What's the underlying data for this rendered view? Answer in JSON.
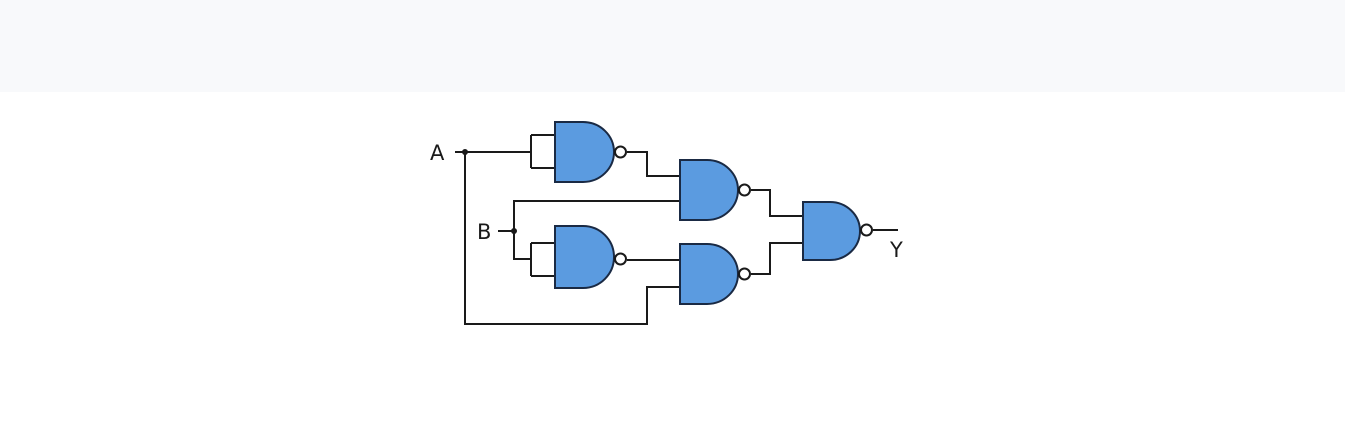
{
  "diagram": {
    "type": "logic-circuit",
    "gate_type": "NAND",
    "gate_color": "#5b9be0",
    "inputs": [
      {
        "id": "A",
        "label": "A"
      },
      {
        "id": "B",
        "label": "B"
      }
    ],
    "output": {
      "id": "Y",
      "label": "Y"
    },
    "gates": [
      {
        "id": "nand-1",
        "type": "NAND",
        "inputs": [
          "A",
          "A"
        ]
      },
      {
        "id": "nand-2",
        "type": "NAND",
        "inputs": [
          "nand-1",
          "B"
        ]
      },
      {
        "id": "nand-3",
        "type": "NAND",
        "inputs": [
          "B",
          "B"
        ]
      },
      {
        "id": "nand-4",
        "type": "NAND",
        "inputs": [
          "nand-3",
          "A"
        ]
      },
      {
        "id": "nand-5",
        "type": "NAND",
        "inputs": [
          "nand-2",
          "nand-4"
        ]
      }
    ]
  }
}
